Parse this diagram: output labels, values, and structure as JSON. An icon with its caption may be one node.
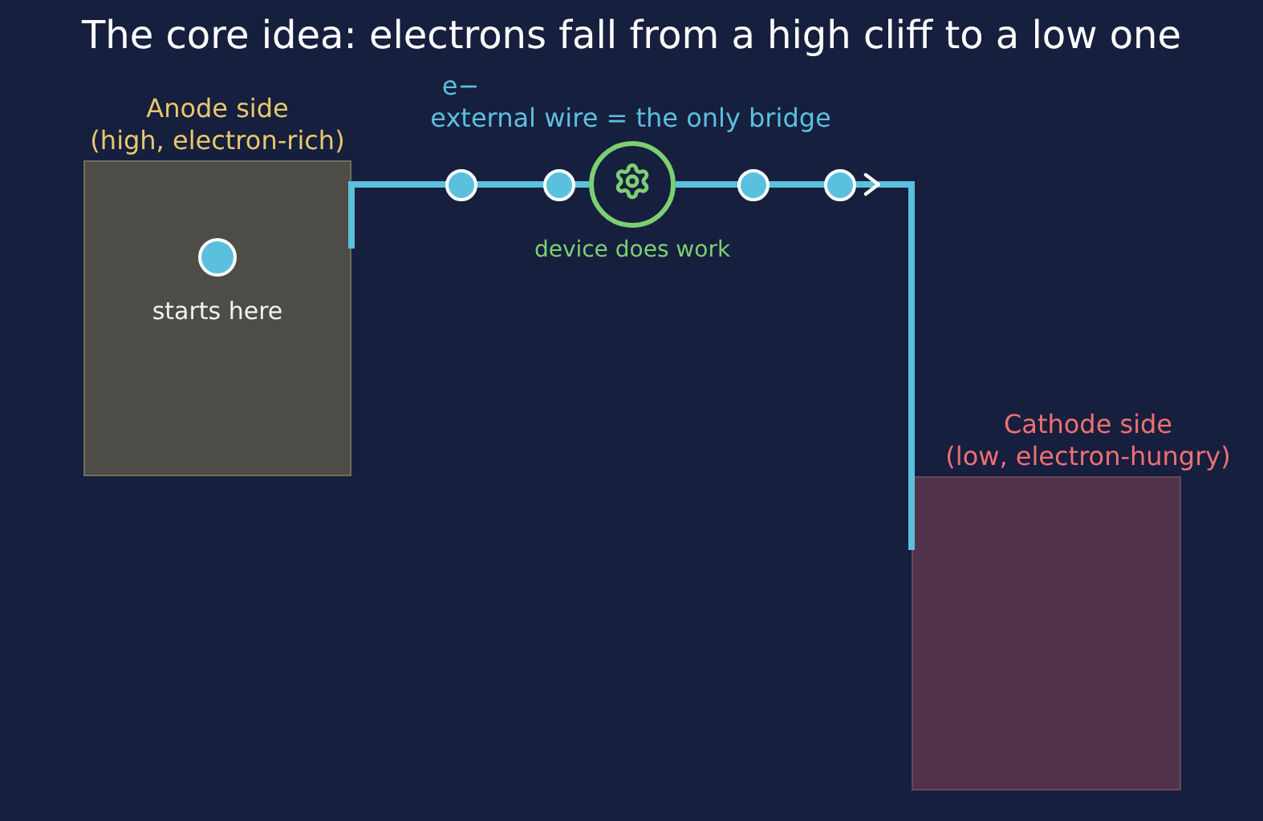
{
  "diagram": {
    "title": "The core idea: electrons fall from a high cliff to a low one",
    "nodes": [
      {
        "text": [
          "Anode side",
          "(high, electron-rich)",
          "starts here"
        ]
      },
      {
        "text": [],
        "shape": "circle",
        "beside": [
          "device does work"
        ]
      },
      {
        "text": [
          "Cathode side",
          "(low, electron-hungry)"
        ]
      }
    ],
    "edges": [
      {
        "from": 0,
        "to": 1,
        "arrow": "none"
      },
      {
        "from": 1,
        "to": 2,
        "arrow": "to"
      }
    ],
    "labels": [
      "e−",
      "external wire = the only bridge"
    ]
  }
}
